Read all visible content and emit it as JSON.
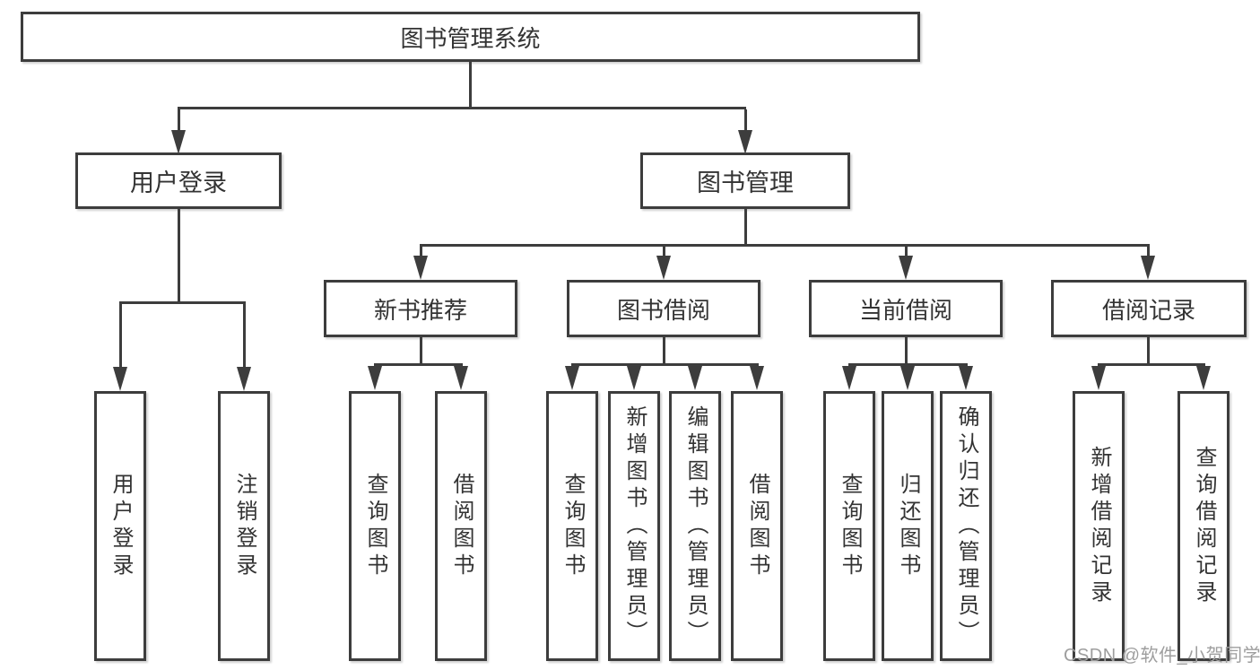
{
  "tree": {
    "label": "图书管理系统",
    "children": [
      {
        "label": "用户登录",
        "children": [
          {
            "label": "用户登录"
          },
          {
            "label": "注销登录"
          }
        ]
      },
      {
        "label": "图书管理",
        "children": [
          {
            "label": "新书推荐",
            "children": [
              {
                "label": "查询图书"
              },
              {
                "label": "借阅图书"
              }
            ]
          },
          {
            "label": "图书借阅",
            "children": [
              {
                "label": "查询图书"
              },
              {
                "label": "新增图书（管理员）"
              },
              {
                "label": "编辑图书（管理员）"
              },
              {
                "label": "借阅图书"
              }
            ]
          },
          {
            "label": "当前借阅",
            "children": [
              {
                "label": "查询图书"
              },
              {
                "label": "归还图书"
              },
              {
                "label": "确认归还（管理员）"
              }
            ]
          },
          {
            "label": "借阅记录",
            "children": [
              {
                "label": "新增借阅记录"
              },
              {
                "label": "查询借阅记录"
              }
            ]
          }
        ]
      }
    ]
  },
  "watermark": {
    "text": "CSDN @软件_小贺同学"
  },
  "colors": {
    "line": "#3d3d3d",
    "text": "#333333",
    "watermark": "#9e9e9e",
    "background": "#ffffff"
  }
}
